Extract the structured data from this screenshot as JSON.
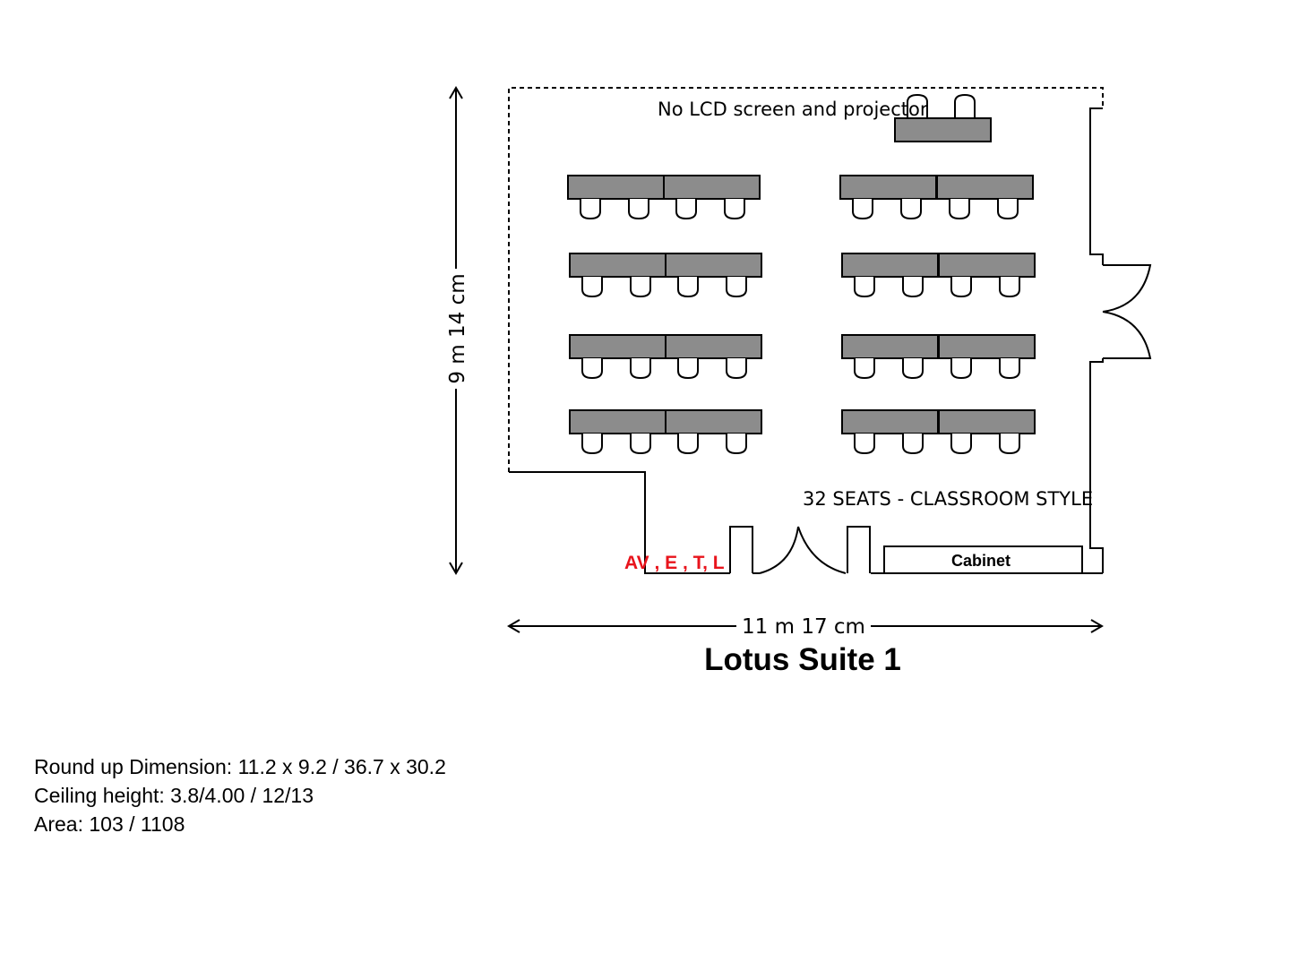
{
  "plan": {
    "title": "Lotus Suite 1",
    "vertical_dimension": "9 m 14 cm",
    "horizontal_dimension": "11 m 17 cm",
    "projector_note": "No LCD screen and projector",
    "seating_note": "32 SEATS - CLASSROOM STYLE",
    "av_label": "AV , E , T, L",
    "cabinet_label": "Cabinet",
    "colors": {
      "table_fill": "#8c8c8c",
      "av_label": "#e8141c",
      "line": "#000000"
    }
  },
  "info": {
    "dimension": "Round up Dimension: 11.2 x 9.2 / 36.7 x 30.2",
    "ceiling": "Ceiling height: 3.8/4.00 / 12/13",
    "area": "Area: 103 / 1108"
  }
}
